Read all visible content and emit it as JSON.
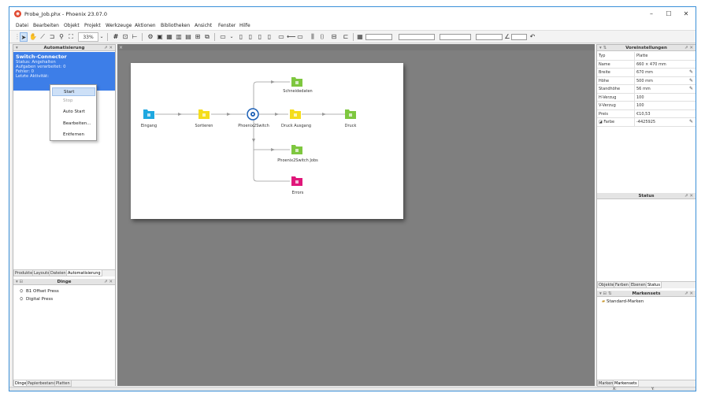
{
  "window": {
    "title": "Probe_Job.phx - Phoenix 23.07.0",
    "minimize": "–",
    "maximize": "☐",
    "close": "✕"
  },
  "menu": [
    "Datei",
    "Bearbeiten",
    "Objekt",
    "Projekt",
    "Werkzeuge",
    "Aktionen",
    "Bibliotheken",
    "Ansicht",
    "Fenster",
    "Hilfe"
  ],
  "toolbar": {
    "zoom": "33%"
  },
  "automation_panel": {
    "title": "Automatisierung",
    "name": "Switch-Connector",
    "lines": [
      "Status: Angehalten",
      "Aufgaben verarbeitet: 0",
      "Fehler: 0",
      "Letzte Aktivität:"
    ],
    "context_menu": {
      "items": [
        "Start",
        "Stop",
        "Auto Start",
        "Bearbeiten...",
        "Entfernen"
      ]
    },
    "tabs": [
      "Produkte",
      "Layouts",
      "Dateien",
      "Automatisierung"
    ]
  },
  "things_panel": {
    "title": "Dinge",
    "items": [
      "B1 Offset Press",
      "Digital Press"
    ],
    "tabs": [
      "Dinge",
      "Papierbestand",
      "Platten"
    ]
  },
  "canvas": {
    "tab_close": "×",
    "nodes": [
      "Eingang",
      "Sortieren",
      "Phoenix2Switch",
      "Druck Ausgang",
      "Druck",
      "Schneidedaten",
      "Phoenix2Switch Jobs",
      "Errors"
    ]
  },
  "presets_panel": {
    "title": "Voreinstellungen",
    "rows": [
      {
        "key": "Typ",
        "value": "Platte"
      },
      {
        "key": "Name",
        "value": "660 × 470 mm"
      },
      {
        "key": "Breite",
        "value": "670 mm"
      },
      {
        "key": "Höhe",
        "value": "500 mm"
      },
      {
        "key": "Standhöhe",
        "value": "56 mm"
      },
      {
        "key": "H-Verzug",
        "value": "100"
      },
      {
        "key": "V-Verzug",
        "value": "100"
      },
      {
        "key": "Preis",
        "value": "€10,53"
      },
      {
        "key": "Farbe",
        "value": "-4425925"
      }
    ],
    "tabs": [
      "Objekte",
      "Farben",
      "Ebenen",
      "Status"
    ]
  },
  "status_panel": {
    "title": "Status"
  },
  "marksets_panel": {
    "title": "Markensets",
    "items": [
      "Standard-Marken"
    ],
    "tabs": [
      "Marken",
      "Markensets"
    ]
  },
  "statusbar": {
    "x": "X:",
    "y": "Y:"
  },
  "colors": {
    "accent": "#3d7ee8",
    "folder_blue": "#1fa8e0",
    "folder_yellow": "#f5dd1c",
    "folder_green": "#7ec73f",
    "folder_magenta": "#e0177a"
  }
}
